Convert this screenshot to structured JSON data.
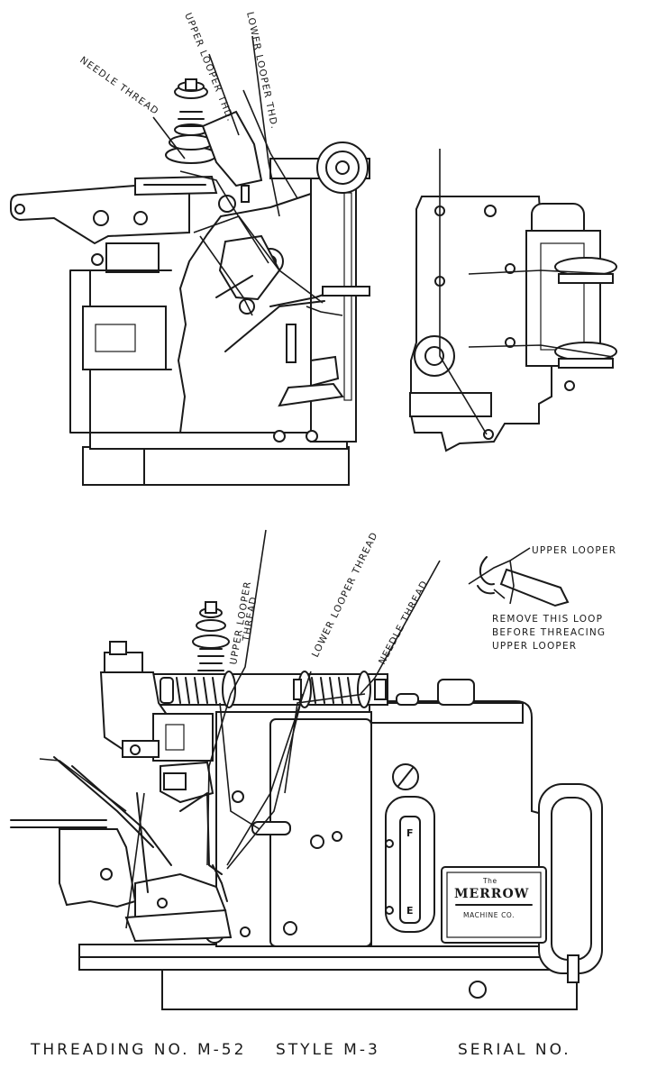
{
  "labels": {
    "top_needle_thread": "NEEDLE THREAD",
    "top_upper_looper": "UPPER LOOPER THD.",
    "top_lower_looper": "LOWER LOOPER THD.",
    "bottom_upper_looper_1": "UPPER LOOPER",
    "bottom_upper_looper_2": "THREAD",
    "bottom_lower_looper": "LOWER LOOPER THREAD",
    "bottom_needle_thread": "NEEDLE THREAD"
  },
  "inset": {
    "title": "UPPER LOOPER",
    "note_line1": "REMOVE THIS LOOP",
    "note_line2": "BEFORE THREACING",
    "note_line3": "UPPER LOOPER"
  },
  "nameplate": {
    "the": "The",
    "brand": "MERROW",
    "sub": "MACHINE CO."
  },
  "gauge": {
    "full": "F",
    "empty": "E"
  },
  "caption": {
    "threading": "THREADING No. M-52",
    "style": "STYLE M-3",
    "serial": "SERIAL No."
  }
}
